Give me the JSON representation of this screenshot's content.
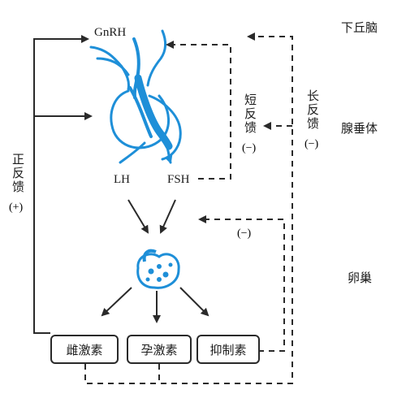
{
  "regions": {
    "hypothalamus": "下丘脑",
    "pituitary": "腺垂体",
    "ovary": "卵巢"
  },
  "hormones": {
    "gnrh": "GnRH",
    "lh": "LH",
    "fsh": "FSH"
  },
  "products": {
    "estrogen": "雌激素",
    "progesterone": "孕激素",
    "inhibin": "抑制素"
  },
  "feedback": {
    "positive_text": "正反馈",
    "positive_sign": "(+)",
    "short_text": "短反馈",
    "short_sign": "(−)",
    "long_text": "长反馈",
    "long_sign": "(−)",
    "inhibin_sign": "(−)"
  },
  "colors": {
    "anatomy": "#1e8fd8",
    "line": "#2a2a2a"
  }
}
